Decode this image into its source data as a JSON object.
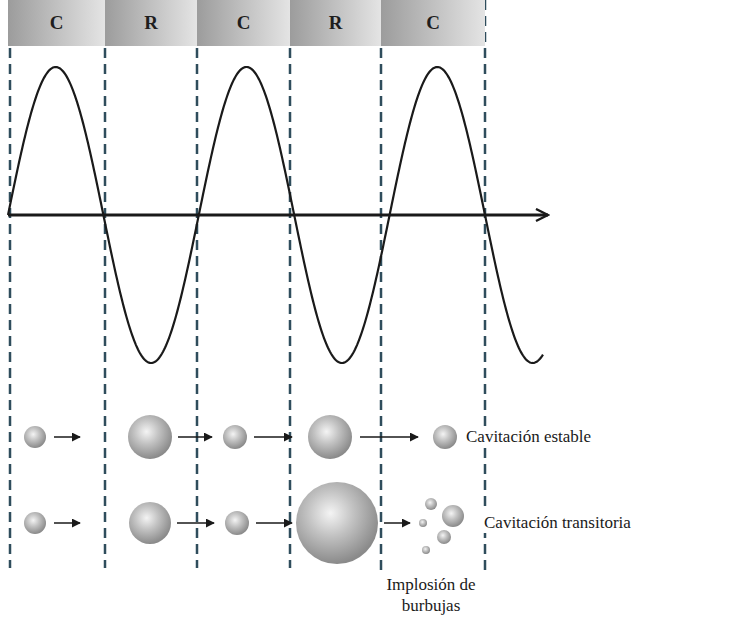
{
  "diagram": {
    "nodes": [
      {
        "text": [
          "C"
        ]
      },
      {
        "text": [
          "R"
        ]
      },
      {
        "text": [
          "C"
        ]
      },
      {
        "text": [
          "R"
        ]
      },
      {
        "text": [
          "C"
        ]
      }
    ],
    "labels": [
      "Cavitación estable",
      "Cavitación transitoria",
      "Implosión de burbujas"
    ]
  }
}
